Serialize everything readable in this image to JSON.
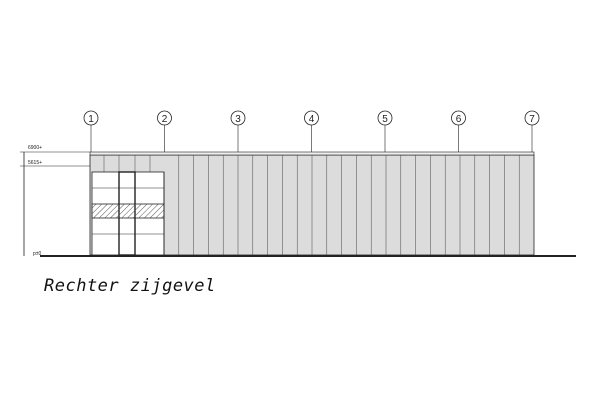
{
  "drawing": {
    "title": "Rechter zijgevel",
    "gridlines": [
      "1",
      "2",
      "3",
      "4",
      "5",
      "6",
      "7"
    ],
    "levels": [
      "6900+",
      "5615+",
      "p±0"
    ],
    "colors": {
      "cladding": "#dcdcdc",
      "line": "#222222",
      "glazing": "#ffffff",
      "hatch": "#555555"
    }
  }
}
